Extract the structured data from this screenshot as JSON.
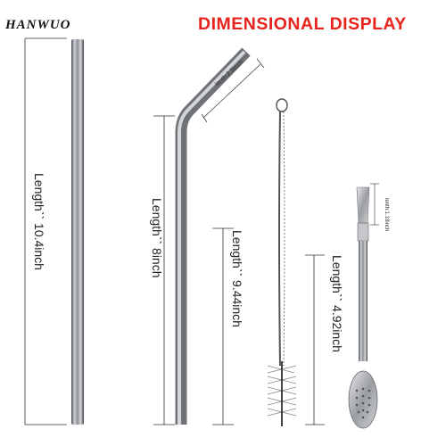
{
  "brand": "HANWUO",
  "headline": "DIMENSIONAL DISPLAY",
  "dimensions": {
    "straight_straw": "Lengthˋˋ 10.4inch",
    "bent_straw": "Lengthˋˋ 8inch",
    "bend_tip": "lenth:2.5inch",
    "brush": "Lengthˋˋ 9.44inch",
    "spoon_straw": "Lengthˋˋ 4.92inch",
    "spoon_tip": "lenth:1.18inch"
  },
  "colors": {
    "headline": "#e8221c",
    "brand": "#111111",
    "steel": "#8a8d92"
  }
}
